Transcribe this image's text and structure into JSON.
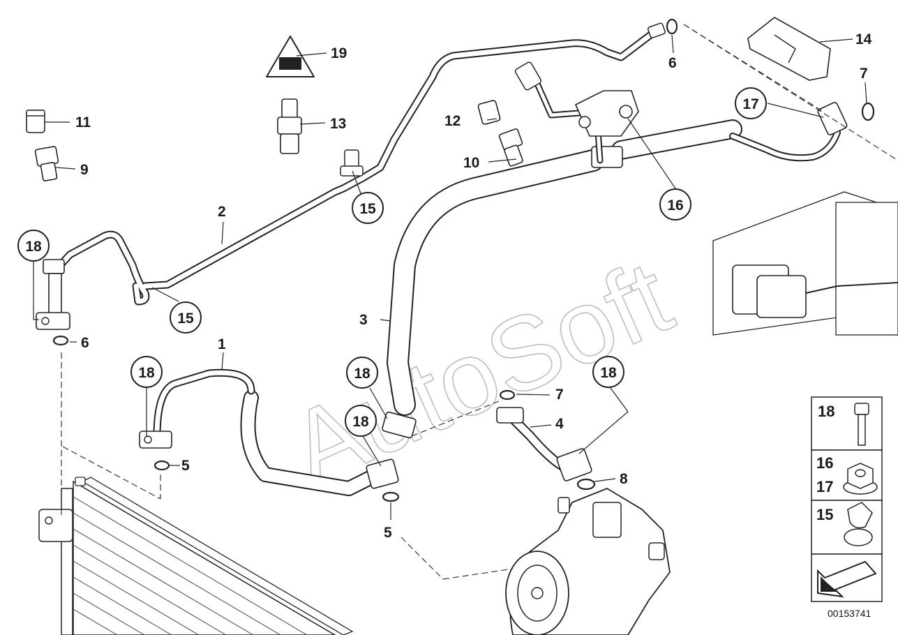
{
  "watermark": "AutoSoft",
  "diagram_ref": "00153741",
  "part_labels": [
    {
      "id": "p1",
      "text": "1"
    },
    {
      "id": "p2",
      "text": "2"
    },
    {
      "id": "p3",
      "text": "3"
    },
    {
      "id": "p4",
      "text": "4"
    },
    {
      "id": "p5a",
      "text": "5"
    },
    {
      "id": "p5b",
      "text": "5"
    },
    {
      "id": "p6a",
      "text": "6"
    },
    {
      "id": "p6b",
      "text": "6"
    },
    {
      "id": "p7a",
      "text": "7"
    },
    {
      "id": "p7b",
      "text": "7"
    },
    {
      "id": "p8",
      "text": "8"
    },
    {
      "id": "p9",
      "text": "9"
    },
    {
      "id": "p10",
      "text": "10"
    },
    {
      "id": "p11",
      "text": "11"
    },
    {
      "id": "p12",
      "text": "12"
    },
    {
      "id": "p13",
      "text": "13"
    },
    {
      "id": "p14",
      "text": "14"
    },
    {
      "id": "p19",
      "text": "19"
    }
  ],
  "circled_labels": [
    {
      "id": "c15a",
      "text": "15"
    },
    {
      "id": "c15b",
      "text": "15"
    },
    {
      "id": "c16",
      "text": "16"
    },
    {
      "id": "c17",
      "text": "17"
    },
    {
      "id": "c18a",
      "text": "18"
    },
    {
      "id": "c18b",
      "text": "18"
    },
    {
      "id": "c18c",
      "text": "18"
    },
    {
      "id": "c18d",
      "text": "18"
    },
    {
      "id": "c18e",
      "text": "18"
    }
  ],
  "legend": {
    "rows": [
      {
        "labels": [
          "18"
        ],
        "icon": "bolt-icon"
      },
      {
        "labels": [
          "16",
          "17"
        ],
        "icon": "flange-nut-icon"
      },
      {
        "labels": [
          "15"
        ],
        "icon": "hose-clip-icon"
      }
    ],
    "arrow_icon": "direction-arrow-icon"
  },
  "icons": [
    "triangle-warning-icon",
    "pressure-switch-icon",
    "valve-cap-icon",
    "service-valve-icon",
    "compressor-icon",
    "condenser-icon",
    "evaporator-connector-icon"
  ]
}
